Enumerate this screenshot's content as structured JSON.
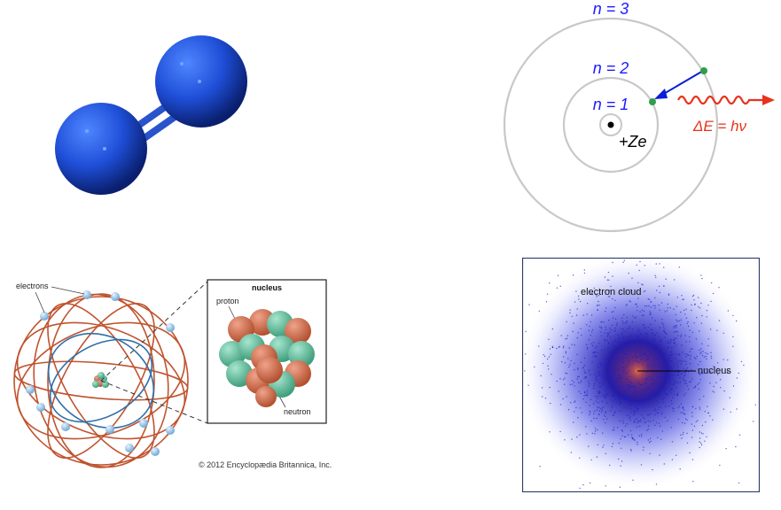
{
  "bohr": {
    "n3": "n = 3",
    "n2": "n = 2",
    "n1": "n = 1",
    "charge": "+Ze",
    "photon": "ΔE = hν",
    "colors": {
      "label": "#1a1aff",
      "photon": "#e8331c",
      "orbit": "#c8c8c8",
      "electron": "#2e9e4a",
      "arrow": "#0a1ed8"
    }
  },
  "rutherford": {
    "electrons_label": "electrons",
    "nucleus_title": "nucleus",
    "proton_label": "proton",
    "neutron_label": "neutron",
    "copyright": "© 2012 Encyclopædia Britannica, Inc.",
    "colors": {
      "orbit_outer": "#c0532e",
      "orbit_inner": "#2f6fa8",
      "proton": "#d9775a",
      "neutron": "#6cc7a6",
      "electron": "#a9d4ef"
    }
  },
  "cloud": {
    "electron_cloud_label": "electron cloud",
    "nucleus_label": "nucleus",
    "colors": {
      "dots": "#1a22c8",
      "core": "#c0503a",
      "frame": "#2a3a6a"
    }
  },
  "molecule": {
    "colors": {
      "sphere": "#1f4fd8",
      "bond": "#2a5ae0"
    }
  }
}
